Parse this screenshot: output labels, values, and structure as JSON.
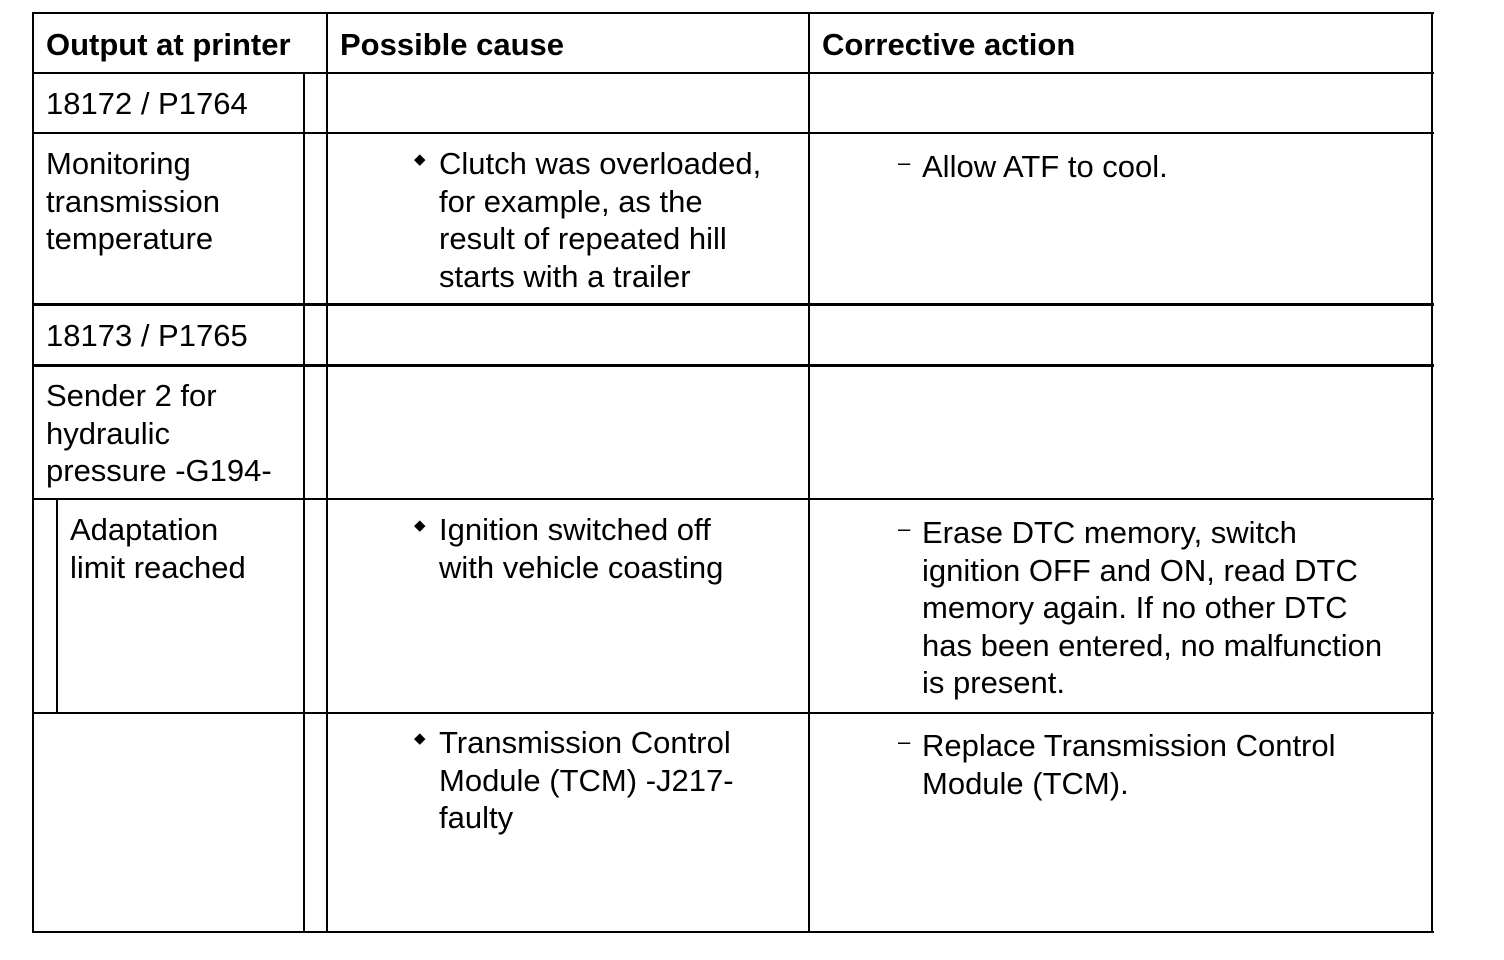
{
  "table": {
    "headers": {
      "output": "Output at printer",
      "cause": "Possible cause",
      "action": "Corrective action"
    },
    "code1": "18172 / P1764",
    "fault1": [
      "Monitoring",
      "transmission",
      "temperature"
    ],
    "cause1": [
      "Clutch was overloaded,",
      "for example, as the",
      "result of repeated hill",
      "starts with a trailer"
    ],
    "action1": [
      "Allow ATF to cool."
    ],
    "code2": "18173 / P1765",
    "fault2": [
      "Sender 2 for",
      "hydraulic",
      "pressure -G194-"
    ],
    "subfault": [
      "Adaptation",
      "limit reached"
    ],
    "cause2": [
      "Ignition switched off",
      "with vehicle coasting"
    ],
    "action2": [
      "Erase DTC memory, switch",
      "ignition OFF and ON, read DTC",
      "memory again. If no other DTC",
      "has been entered, no malfunction",
      "is present."
    ],
    "cause3": [
      "Transmission Control",
      "Module (TCM) -J217-",
      "faulty"
    ],
    "action3": [
      "Replace Transmission Control",
      "Module (TCM)."
    ],
    "bullet_symbol": "◆",
    "dash_symbol": "–"
  }
}
